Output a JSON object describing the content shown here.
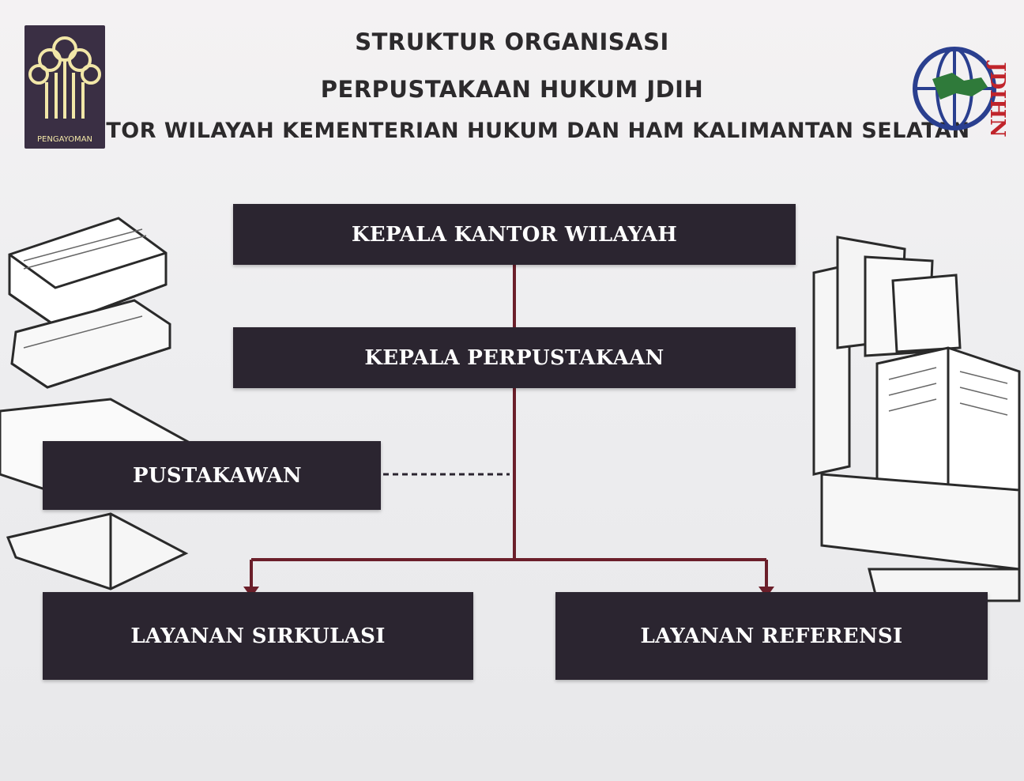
{
  "header": {
    "line1": "STRUKTUR ORGANISASI",
    "line2": "PERPUSTAKAAN HUKUM JDIH",
    "line3": "KANTOR WILAYAH KEMENTERIAN HUKUM DAN HAM KALIMANTAN SELATAN"
  },
  "logos": {
    "left_caption": "PENGAYOMAN",
    "right_text": "JDIHN"
  },
  "org": {
    "level1": "KEPALA KANTOR WILAYAH",
    "level2": "KEPALA PERPUSTAKAAN",
    "staff": "PUSTAKAWAN",
    "unit_left": "LAYANAN SIRKULASI",
    "unit_right": "LAYANAN REFERENSI"
  },
  "colors": {
    "box_fill": "#2b2530",
    "connector": "#6b1f2a",
    "text": "#2c2a2c"
  }
}
